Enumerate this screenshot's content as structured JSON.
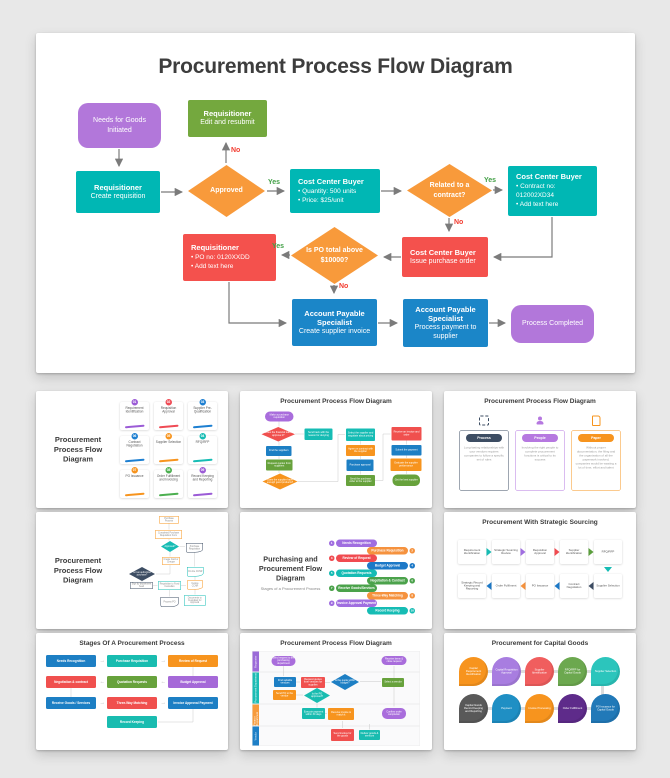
{
  "palette": {
    "purple": "#b277da",
    "teal": "#00b7b4",
    "green": "#74a83e",
    "orange": "#f89a3b",
    "red": "#f4514d",
    "blue": "#1b86c8",
    "yes_label": "#43a047",
    "no_label": "#f23b2f",
    "arrow": "#7b7b7b",
    "background": "#e8e8e8",
    "slide": "#ffffff"
  },
  "main_slide": {
    "title": "Procurement Process Flow Diagram",
    "nodes": {
      "start": {
        "text": "Needs for Goods Initiated"
      },
      "edit": {
        "title": "Requisitioner",
        "body": "Edit and resubmit"
      },
      "create": {
        "title": "Requisitioner",
        "body": "Create requisition"
      },
      "approved": {
        "text": "Approved"
      },
      "ccb_qty": {
        "title": "Cost Center Buyer",
        "bullets": [
          "Quantity: 500 units",
          "Price: $25/unit"
        ]
      },
      "related": {
        "text": "Related to a contract?"
      },
      "ccb_contract": {
        "title": "Cost Center Buyer",
        "bullets": [
          "Contract no: 012002XD34",
          "Add text here"
        ]
      },
      "req_po": {
        "title": "Requisitioner",
        "bullets": [
          "PO no: 0120XXDD",
          "Add text here"
        ]
      },
      "po_total": {
        "text": "Is PO total above $10000?"
      },
      "ccb_issue": {
        "title": "Cost Center Buyer",
        "body": "Issue purchase order"
      },
      "aps_invoice": {
        "title": "Account Payable Specialist",
        "body": "Create supplier invoice"
      },
      "aps_payment": {
        "title": "Account Payable Specialist",
        "body": "Process payment to supplier"
      },
      "completed": {
        "text": "Process Completed"
      }
    },
    "labels": {
      "approved_no": "No",
      "approved_yes": "Yes",
      "related_yes": "Yes",
      "related_no": "No",
      "po_yes": "Yes",
      "po_no": "No"
    }
  },
  "thumbnails": [
    {
      "title": "Procurement Process Flow Diagram",
      "cards": [
        {
          "num": "01",
          "label": "Requirement Identification",
          "color": "#9b5bd6"
        },
        {
          "num": "02",
          "label": "Requisition Approval",
          "color": "#ef4b55"
        },
        {
          "num": "03",
          "label": "Supplier Pre-Qualification",
          "color": "#1d7fd1"
        },
        {
          "num": "06",
          "label": "Contract Negotiation",
          "color": "#1d7fd1"
        },
        {
          "num": "05",
          "label": "Supplier Selection",
          "color": "#f7941e"
        },
        {
          "num": "04",
          "label": "RFQ/RFP",
          "color": "#16bcb4"
        },
        {
          "num": "07",
          "label": "PO Issuance",
          "color": "#f7941e"
        },
        {
          "num": "08",
          "label": "Order Fulfillment and Invoicing",
          "color": "#4caf50"
        },
        {
          "num": "09",
          "label": "Record Keeping and Reporting",
          "color": "#9b5bd6"
        }
      ]
    },
    {
      "title": "Procurement Process Flow Diagram",
      "nodes": [
        {
          "label": "Make a purchase requisition",
          "color": "#a96ddc"
        },
        {
          "label": "Does the financial team approve it?",
          "color": "#f0504e"
        },
        {
          "label": "Send back with the reason for denying",
          "color": "#16bcb4"
        },
        {
          "label": "Find the suppliers",
          "color": "#1d7fc4"
        },
        {
          "label": "Request quotes from suppliers",
          "color": "#67a23c"
        },
        {
          "label": "Does the supplier have enough good products?",
          "color": "#f7941e"
        },
        {
          "label": "Select the supplier and negotiate about pricing",
          "color": "#16bcb4"
        },
        {
          "label": "Agree on contract with the supplier",
          "color": "#f7941e"
        },
        {
          "label": "Purchase approval",
          "color": "#1d7fc4"
        },
        {
          "label": "Send the purchase order to the supplier",
          "color": "#67a23c"
        },
        {
          "label": "Receive an invoice and order",
          "color": "#f0504e"
        },
        {
          "label": "Submit the payment",
          "color": "#1d7fc4"
        },
        {
          "label": "Evaluate the supplier performance",
          "color": "#f7941e"
        },
        {
          "label": "Get the best supplier",
          "color": "#67a23c"
        }
      ]
    },
    {
      "title": "Procurement Process Flow Diagram",
      "columns": [
        {
          "label": "Process",
          "color": "#3d4d63",
          "icon": "icon-process",
          "icon_name": "process-icon",
          "text": "Long-lasting relationships with your vendors requires companies to follow a specific set of rules"
        },
        {
          "label": "People",
          "color": "#b678e0",
          "icon": "icon-people",
          "icon_name": "people-icon",
          "text": "Involving the right people to complete procurement functions is critical to its success"
        },
        {
          "label": "Paper",
          "color": "#f7941e",
          "icon": "icon-paper",
          "icon_name": "paper-icon",
          "text": "Without proper documentation, the filing and the organization of all the paperwork involved, companies would be wasting a lot of time, effort and talent"
        }
      ]
    },
    {
      "title": "Procurement Process Flow Diagram",
      "nodes": [
        {
          "label": "Purchase Process",
          "color": "#f7941e"
        },
        {
          "label": "Completed Purchase Requisition Form",
          "color": "#f7941e"
        },
        {
          "label": "Approved?",
          "color": "#16bcb4"
        },
        {
          "label": "Purchase Requisition",
          "color": "#3d4d63"
        },
        {
          "label": "Create Card or Cheque",
          "color": "#f7941e"
        },
        {
          "label": "Is it an authorized purchase?",
          "color": "#3d4d63"
        },
        {
          "label": "Sign by department head",
          "color": "#3d4d63"
        },
        {
          "label": "Requisition to Fund Custodian",
          "color": "#16bcb4"
        },
        {
          "label": "On-line CCNR",
          "color": "#16bcb4"
        },
        {
          "label": "Invoice CCNR",
          "color": "#f7941e"
        },
        {
          "label": "Documents to Custodian for Approval",
          "color": "#16bcb4"
        },
        {
          "label": "Process PO",
          "color": "#3d4d63"
        }
      ]
    },
    {
      "title": "Purchasing and Procurement Flow Diagram",
      "subtitle": "Stages of a Procurement Process",
      "steps": [
        {
          "num": "1",
          "label": "Needs Recognition",
          "color": "#a06ee0",
          "side": "left"
        },
        {
          "num": "2",
          "label": "Purchase Requisition",
          "color": "#f5923e",
          "side": "right"
        },
        {
          "num": "3",
          "label": "Review of Request",
          "color": "#f04b50",
          "side": "left"
        },
        {
          "num": "4",
          "label": "Budget Approval",
          "color": "#1d79c7",
          "side": "right"
        },
        {
          "num": "5",
          "label": "Quotation Requests",
          "color": "#16bcb4",
          "side": "left"
        },
        {
          "num": "6",
          "label": "Negotiation & Contract",
          "color": "#4ba24b",
          "side": "right"
        },
        {
          "num": "7",
          "label": "Receive Goods/Services",
          "color": "#4ba24b",
          "side": "left"
        },
        {
          "num": "8",
          "label": "Three-Way Matching",
          "color": "#f5923e",
          "side": "right"
        },
        {
          "num": "9",
          "label": "Invoice Approval Payment",
          "color": "#a06ee0",
          "side": "left"
        },
        {
          "num": "10",
          "label": "Record Keeping",
          "color": "#16bcb4",
          "side": "right"
        }
      ]
    },
    {
      "title": "Procurement With Strategic Sourcing",
      "row1": [
        {
          "label": "Requirement Identification",
          "arrow": "#16bcb4"
        },
        {
          "label": "Strategic Sourcing Review",
          "arrow": "#a06ee0"
        },
        {
          "label": "Requisition Approval",
          "arrow": "#f04b50"
        },
        {
          "label": "Supplier Identification",
          "arrow": "#5a9e3c"
        },
        {
          "label": "RFQ/RFP",
          "arrow": "transparent"
        }
      ],
      "row2": [
        {
          "label": "Strategic Record Keeping and Reporting",
          "arrow": "#1d79c7"
        },
        {
          "label": "Order Fulfilment",
          "arrow": "#f5923e"
        },
        {
          "label": "PO Issuance",
          "arrow": "#1d79c7"
        },
        {
          "label": "Contract Negotiation",
          "arrow": "#3d4d63"
        },
        {
          "label": "Supplier Selection",
          "arrow": "transparent"
        }
      ],
      "down_arrow_color": "#16bcb4"
    },
    {
      "title": "Stages Of A Procurement Process",
      "row1": [
        {
          "label": "Needs Recognition",
          "color": "#1d7fc4"
        },
        {
          "label": "Purchase Requisition",
          "color": "#19bcb0"
        },
        {
          "label": "Review of Request",
          "color": "#f7941e"
        }
      ],
      "row2": [
        {
          "label": "Negotiation & contract",
          "color": "#f0504e"
        },
        {
          "label": "Quotation Requests",
          "color": "#67a23c"
        },
        {
          "label": "Budget Approval",
          "color": "#a569d8"
        }
      ],
      "row3": [
        {
          "label": "Receive Goods / Services",
          "color": "#1d7fc4"
        },
        {
          "label": "Three-Way Matching",
          "color": "#f0504e"
        },
        {
          "label": "Invoice Approval Payment",
          "color": "#1d7fc4"
        }
      ],
      "last": {
        "label": "Record Keeping",
        "color": "#19bcb0"
      }
    },
    {
      "title": "Procurement Process Flow Diagram",
      "lanes": [
        {
          "label": "Requester",
          "color": "#9b6bd8"
        },
        {
          "label": "Procurement Department",
          "color": "#1cbcb4"
        },
        {
          "label": "Finance Department",
          "color": "#f79b3c"
        },
        {
          "label": "Vendor",
          "color": "#1d7fc7"
        }
      ],
      "nodes": [
        {
          "label": "Send request to the purchasing department",
          "color": "#a96ddc"
        },
        {
          "label": "Receive items & close request",
          "color": "#a96ddc"
        },
        {
          "label": "Find suitable vendors",
          "color": "#1d7fc4"
        },
        {
          "label": "Request quotes from vendors for supplies",
          "color": "#f0504e"
        },
        {
          "label": "Is the quote within budget?",
          "color": "#1d7fc4"
        },
        {
          "label": "Select a vendor",
          "color": "#67a23c"
        },
        {
          "label": "Send PO to the vendor",
          "color": "#f7941e"
        },
        {
          "label": "Is the PO approved?",
          "color": "#19bcb0"
        },
        {
          "label": "Execute payment within 30 days",
          "color": "#19bcb0"
        },
        {
          "label": "Receive invoice & match it",
          "color": "#f7941e"
        },
        {
          "label": "Confirm order completion",
          "color": "#a96ddc"
        },
        {
          "label": "Send invoice for the goods",
          "color": "#f0504e"
        },
        {
          "label": "Deliver goods & services",
          "color": "#19bcb0"
        }
      ]
    },
    {
      "title": "Procurement for Capital Goods",
      "circles": [
        {
          "label": "Capital Requirement Identification",
          "color": "#f7941e"
        },
        {
          "label": "Capital Requisition Approval",
          "color": "#a87de0"
        },
        {
          "label": "Supplier Identification",
          "color": "#f05e5e"
        },
        {
          "label": "RFQ/RFP for Capital Goods",
          "color": "#6ca84f"
        },
        {
          "label": "Supplier Selection",
          "color": "#2cc5bc"
        },
        {
          "label": "Capital Goods Record Keeping and Reporting",
          "color": "#595959"
        },
        {
          "label": "Payment",
          "color": "#1f8fc4"
        },
        {
          "label": "Invoice Processing",
          "color": "#f7941e"
        },
        {
          "label": "Order Fulfillment",
          "color": "#5e2b8a"
        },
        {
          "label": "PO Issuance for Capital Goods",
          "color": "#2179b8"
        }
      ]
    }
  ]
}
